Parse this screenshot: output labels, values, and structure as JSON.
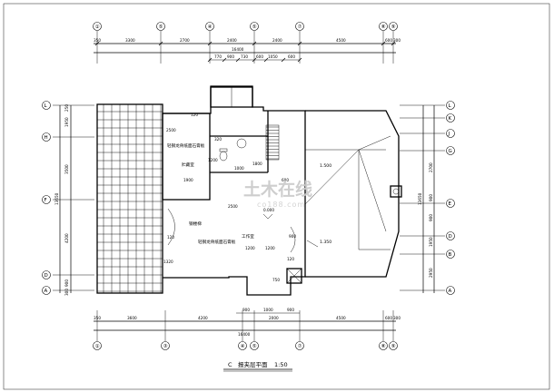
{
  "title": {
    "label": "C",
    "name": "报夹层平面",
    "scale": "1:50"
  },
  "axes_top": [
    "①",
    "⑤",
    "④",
    "⑤",
    "⑦",
    "⑧",
    "⑨"
  ],
  "axes_bottom": [
    "①",
    "③",
    "④",
    "⑤",
    "⑦",
    "⑧",
    "⑨"
  ],
  "axes_left": [
    "L",
    "H",
    "F",
    "D",
    "A"
  ],
  "axes_right": [
    "L",
    "K",
    "J",
    "G",
    "E",
    "D",
    "B",
    "A"
  ],
  "dims_top_row1": [
    "350",
    "3300",
    "2700",
    "2400",
    "2400",
    "4500",
    "600",
    "300"
  ],
  "dims_top_row2": [
    "770",
    "900",
    "730",
    "600",
    "1050",
    "600"
  ],
  "dims_top_total": "16400",
  "dims_bottom_row1": [
    "350",
    "3600",
    "4200",
    "2000",
    "4500",
    "600",
    "300"
  ],
  "dims_bottom_row2": [
    "900",
    "1000",
    "900"
  ],
  "dims_bottom_total": "16400",
  "dims_left_row1": [
    "250",
    "1950",
    "3500",
    "4200",
    "900",
    "300"
  ],
  "dims_left_total": "13650",
  "dims_right_row1": [
    "2700",
    "900",
    "900",
    "1950",
    "2950"
  ],
  "dims_right_total": "13650",
  "rooms": {
    "room_a": "轻钢龙骨纸面石膏板",
    "room_b": "贮藏室",
    "room_c": "钢楼梯",
    "room_d": "工作室",
    "room_e": "轻钢龙骨纸面石膏板"
  },
  "elevations": [
    "1.500",
    "1.350",
    "0.000"
  ],
  "plan_dims": [
    "120",
    "2500",
    "1900",
    "1000",
    "2500",
    "600",
    "320",
    "1200",
    "1800",
    "120",
    "1320",
    "1200",
    "1200",
    "750",
    "120",
    "900"
  ],
  "watermark": {
    "brand": "土木在线",
    "site": "co188.com"
  }
}
